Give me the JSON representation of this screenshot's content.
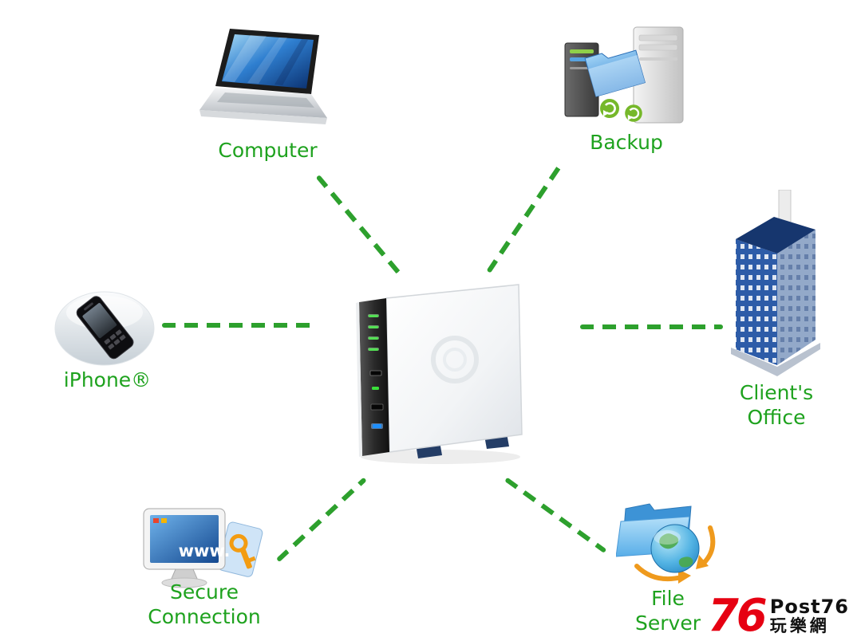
{
  "diagram": {
    "center": {
      "name": "nas-device"
    },
    "nodes": [
      {
        "id": "computer",
        "label": "Computer"
      },
      {
        "id": "backup",
        "label": "Backup"
      },
      {
        "id": "clients-office",
        "label": "Client's\nOffice"
      },
      {
        "id": "file-server",
        "label": "File\nServer"
      },
      {
        "id": "secure-connection",
        "label": "Secure\nConnection",
        "screen_text": "www."
      },
      {
        "id": "iphone",
        "label": "iPhone®"
      }
    ],
    "icons": {
      "computer": "laptop-icon",
      "backup": "backup-server-icon",
      "clients_office": "office-building-icon",
      "file_server": "file-server-globe-icon",
      "secure_connection": "monitor-key-icon",
      "iphone": "iphone-icon",
      "center": "nas-device-icon"
    },
    "colors": {
      "label_green": "#1ea21e",
      "line_green": "#2da02d",
      "led_green": "#53e053",
      "led_blue": "#1e90ff"
    }
  },
  "watermark": {
    "number": "76",
    "brand": "Post76",
    "chinese": "玩樂網"
  }
}
